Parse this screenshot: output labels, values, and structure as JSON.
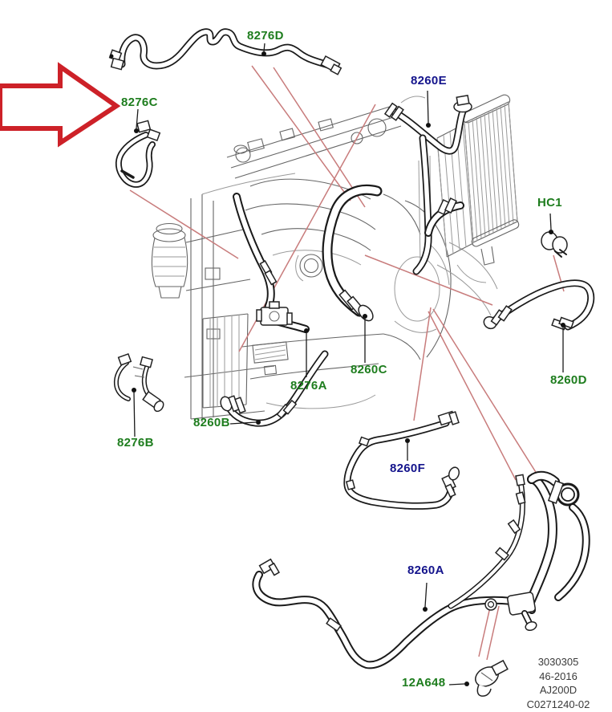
{
  "diagram": {
    "title_context": "engine cooling hoses parts diagram",
    "pointer_arrow": {
      "shape": "right-arrow-outline",
      "color": "#cd2128",
      "points_to": "8276C"
    },
    "labels": [
      {
        "id": "8276D",
        "text": "8276D",
        "color": "green"
      },
      {
        "id": "8276C",
        "text": "8276C",
        "color": "green"
      },
      {
        "id": "8260E",
        "text": "8260E",
        "color": "navy"
      },
      {
        "id": "HC1",
        "text": "HC1",
        "color": "green"
      },
      {
        "id": "8260C",
        "text": "8260C",
        "color": "green"
      },
      {
        "id": "8276A",
        "text": "8276A",
        "color": "green"
      },
      {
        "id": "8260B",
        "text": "8260B",
        "color": "green"
      },
      {
        "id": "8276B",
        "text": "8276B",
        "color": "green"
      },
      {
        "id": "8260D",
        "text": "8260D",
        "color": "green"
      },
      {
        "id": "8260F",
        "text": "8260F",
        "color": "navy"
      },
      {
        "id": "8260A",
        "text": "8260A",
        "color": "navy"
      },
      {
        "id": "12A648",
        "text": "12A648",
        "color": "green"
      }
    ],
    "footer": {
      "lines": [
        "3030305",
        "46-2016",
        "AJ200D",
        "C0271240-02"
      ]
    },
    "colors": {
      "label_green": "#1e7d1e",
      "label_navy": "#14148c",
      "arrow_red": "#cd2128",
      "reference_line_pink": "#c87c7c",
      "line_art": "#666666",
      "hose_outline": "#1a1a1a",
      "background": "#ffffff"
    }
  }
}
